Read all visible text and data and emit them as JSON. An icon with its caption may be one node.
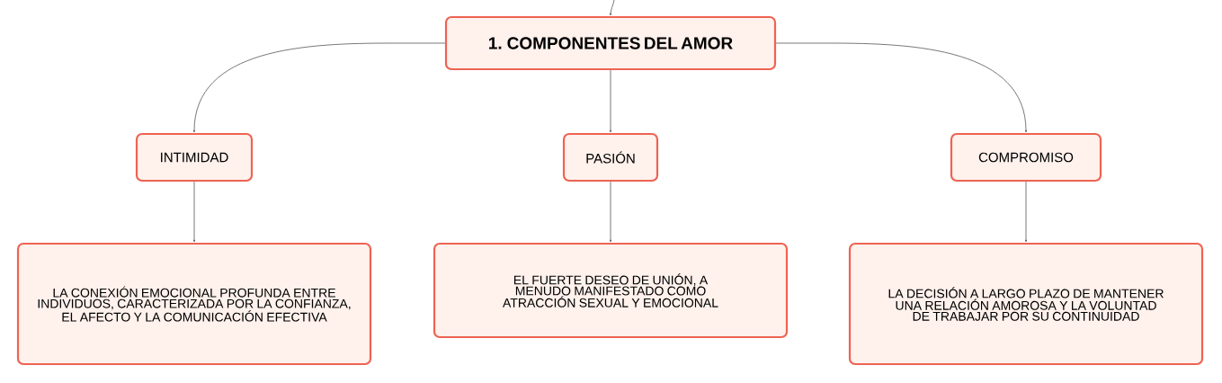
{
  "diagram": {
    "nodes": [
      {
        "text": [
          "1. COMPONENTES DEL AMOR"
        ]
      },
      {
        "text": [
          "INTIMIDAD"
        ]
      },
      {
        "text": [
          "PASIÓN"
        ]
      },
      {
        "text": [
          "COMPROMISO"
        ]
      },
      {
        "text": [
          "LA CONEXIÓN EMOCIONAL PROFUNDA ENTRE INDIVIDUOS, CARACTERIZADA POR LA CONFIANZA, EL AFECTO Y LA COMUNICACIÓN EFECTIVA"
        ]
      },
      {
        "text": [
          "EL FUERTE DESEO DE UNIÓN, A MENUDO MANIFESTADO COMO ATRACCIÓN SEXUAL Y EMOCIONAL"
        ]
      },
      {
        "text": [
          "LA DECISIÓN A LARGO PLAZO DE MANTENER UNA RELACIÓN AMOROSA Y LA VOLUNTAD DE TRABAJAR POR SU CONTINUIDAD"
        ]
      }
    ],
    "edges": [
      {
        "from": null,
        "to": 0,
        "arrow": "to"
      },
      {
        "from": 0,
        "to": 1,
        "arrow": "to"
      },
      {
        "from": 0,
        "to": 2,
        "arrow": "to"
      },
      {
        "from": 0,
        "to": 3,
        "arrow": "to"
      },
      {
        "from": 1,
        "to": 4,
        "arrow": "to"
      },
      {
        "from": 2,
        "to": 5,
        "arrow": "to"
      },
      {
        "from": 3,
        "to": 6,
        "arrow": "to"
      }
    ]
  }
}
